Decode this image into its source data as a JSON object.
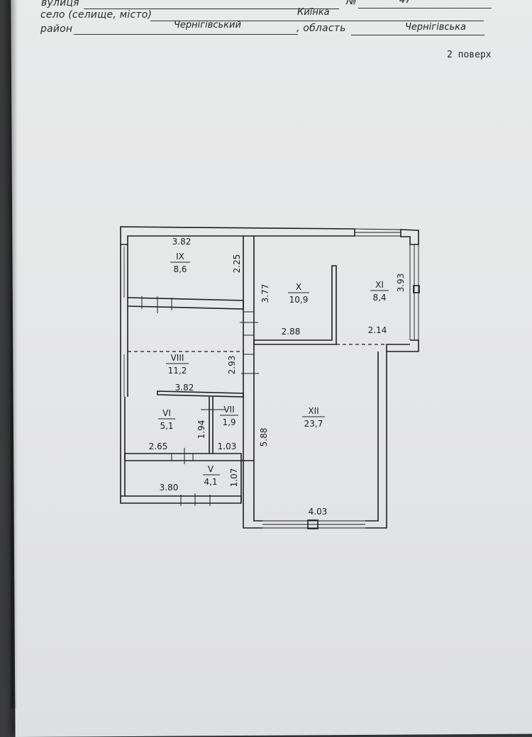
{
  "header": {
    "street_label": "вулиця",
    "street_number_sign": "№",
    "street_number": "47",
    "settlement_label": "село (селище, місто)",
    "settlement_value": "Киїнка",
    "district_label": "район",
    "district_value": "Чернігівський",
    "region_label": ", область",
    "region_value": "Чернігівська"
  },
  "floor_label": "2 поверх",
  "plan": {
    "rooms": [
      {
        "id": "IX",
        "area": "8,6"
      },
      {
        "id": "X",
        "area": "10,9"
      },
      {
        "id": "XI",
        "area": "8,4"
      },
      {
        "id": "VIII",
        "area": "11,2"
      },
      {
        "id": "VI",
        "area": "5,1"
      },
      {
        "id": "VII",
        "area": "1,9"
      },
      {
        "id": "XII",
        "area": "23,7"
      },
      {
        "id": "V",
        "area": "4,1"
      }
    ],
    "dimensions": [
      "3.82",
      "2.25",
      "3.77",
      "3.93",
      "2.88",
      "2.14",
      "2.93",
      "3.82",
      "1.94",
      "2.65",
      "1.03",
      "5.88",
      "3.80",
      "1.07",
      "4.03"
    ]
  }
}
